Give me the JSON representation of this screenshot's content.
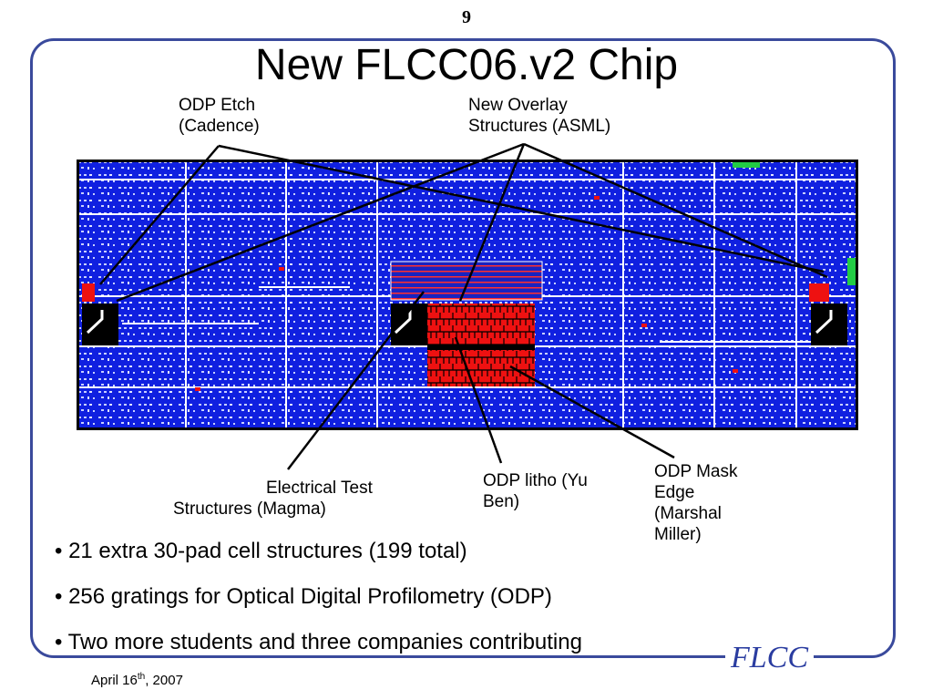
{
  "page_number": "9",
  "title": "New FLCC06.v2 Chip",
  "callouts": {
    "odp_etch": [
      "ODP Etch",
      "(Cadence)"
    ],
    "overlay": [
      "New Overlay",
      "Structures (ASML)"
    ],
    "electrical": [
      "Electrical Test",
      "Structures (Magma)"
    ],
    "odp_litho": [
      "ODP litho (Yu",
      "Ben)"
    ],
    "mask_edge": [
      "ODP Mask",
      "Edge",
      "(Marshal",
      "Miller)"
    ]
  },
  "bullets": [
    "• 21 extra 30-pad cell structures (199 total)",
    "• 256 gratings for Optical Digital Profilometry (ODP)",
    "• Two more students and three companies contributing"
  ],
  "footer": {
    "date_prefix": "April 16",
    "date_sup": "th",
    "date_suffix": ", 2007"
  },
  "logo": "FLCC",
  "colors": {
    "frame": "#3a4a9c",
    "chip_blue": "#1020e0",
    "chip_red": "#ee1111",
    "logo": "#2a3ca0"
  }
}
